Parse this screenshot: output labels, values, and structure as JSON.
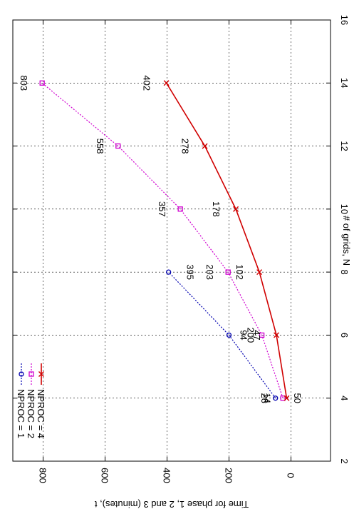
{
  "chart_data": {
    "type": "line",
    "orientation": "rotated 90 degrees clockwise",
    "title": "",
    "xlabel": "# of grids, N",
    "ylabel": "Time for phase 1, 2 and 3 (minutes), t",
    "xlim": [
      2,
      16
    ],
    "ylim": [
      -100,
      900
    ],
    "xticks": [
      2,
      4,
      6,
      8,
      10,
      12,
      14,
      16
    ],
    "yticks": [
      0,
      200,
      400,
      600,
      800
    ],
    "grid": true,
    "legend_position": "bottom-left",
    "series": [
      {
        "name": "NPROC = 1",
        "color": "#0000b0",
        "line_style": "dotted",
        "marker": "circle",
        "x": [
          4,
          6,
          8
        ],
        "y": [
          50,
          200,
          395
        ],
        "labels": [
          "50",
          "200",
          "395"
        ]
      },
      {
        "name": "NPROC = 2",
        "color": "#d000d0",
        "line_style": "dotted",
        "marker": "square",
        "x": [
          4,
          6,
          8,
          10,
          12,
          14
        ],
        "y": [
          26,
          94,
          203,
          357,
          558,
          803
        ],
        "labels": [
          "26",
          "94",
          "203",
          "357",
          "558",
          "803"
        ]
      },
      {
        "name": "NPROC = 4",
        "color": "#d00000",
        "line_style": "solid",
        "marker": "x",
        "x": [
          4,
          6,
          8,
          10,
          12,
          14
        ],
        "y": [
          14,
          47,
          102,
          178,
          278,
          402
        ],
        "labels": [
          "14",
          "47",
          "102",
          "178",
          "278",
          "402"
        ]
      }
    ]
  }
}
